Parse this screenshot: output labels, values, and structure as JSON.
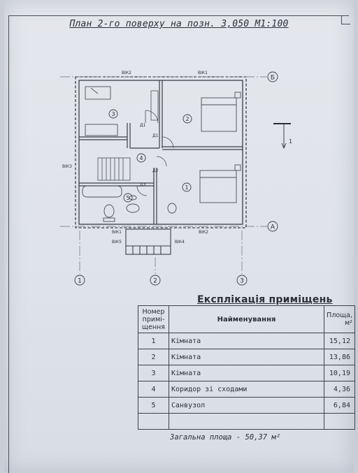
{
  "document": {
    "title": "План 2-го поверху на позн. 3,050 М1:100"
  },
  "plan": {
    "axis_letters": [
      "Б",
      "А"
    ],
    "axis_numbers": [
      "1",
      "2",
      "3"
    ],
    "room_markers": [
      "1",
      "2",
      "3",
      "4",
      "5"
    ],
    "windows": {
      "top_left": "ВІК2",
      "top_right": "ВІК1",
      "left": "ВІК3",
      "bottom_left": "ВІК1",
      "bottom_right": "ВІК2",
      "balcony_left": "ВІК5",
      "balcony_right": "ВІК4"
    },
    "doors": [
      "Д1",
      "Д1",
      "Д2",
      "Д3"
    ],
    "section_mark": "1"
  },
  "explication": {
    "title": "Експлікація приміщень",
    "headers": {
      "number": [
        "Номер",
        "примі-",
        "щення"
      ],
      "name": "Найменування",
      "area": [
        "Площа,",
        "м²"
      ]
    },
    "rows": [
      {
        "number": "1",
        "name": "Кімната",
        "area": "15,12"
      },
      {
        "number": "2",
        "name": "Кімната",
        "area": "13,86"
      },
      {
        "number": "3",
        "name": "Кімната",
        "area": "10,19"
      },
      {
        "number": "4",
        "name": "Коридор зі сходами",
        "area": "4,36"
      },
      {
        "number": "5",
        "name": "Санвузол",
        "area": "6,84"
      },
      {
        "number": "",
        "name": "",
        "area": ""
      }
    ],
    "total": "Загальна площа - 50,37 м²"
  }
}
